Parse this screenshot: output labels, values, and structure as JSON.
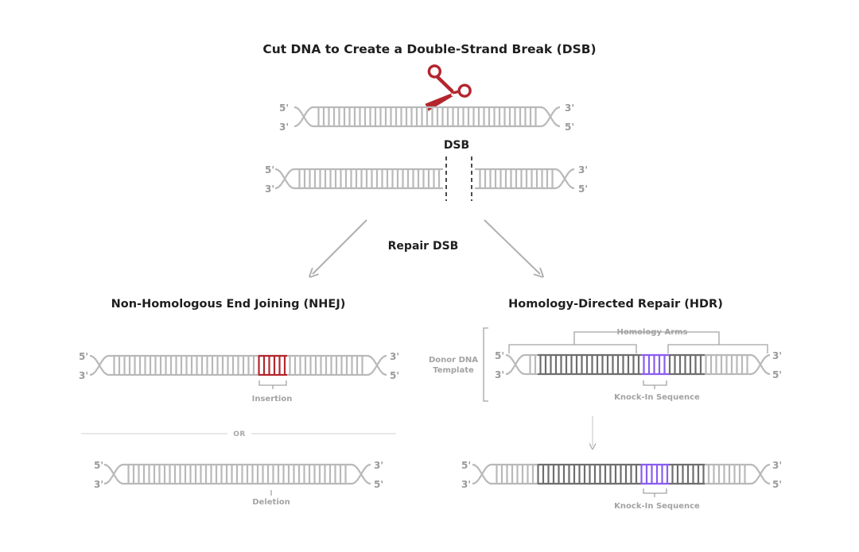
{
  "title": "Cut DNA to Create a Double-Strand Break (DSB)",
  "dsb_label": "DSB",
  "repair_label": "Repair DSB",
  "nhej": {
    "title": "Non-Homologous End Joining (NHEJ)",
    "insertion_label": "Insertion",
    "or_label": "OR",
    "deletion_label": "Deletion"
  },
  "hdr": {
    "title": "Homology-Directed Repair (HDR)",
    "homology_arms_label": "Homology Arms",
    "donor_label_line1": "Donor DNA",
    "donor_label_line2": "Template",
    "knockin_label": "Knock-In Sequence",
    "knockin_label_result": "Knock-In Sequence"
  },
  "ends": {
    "five_prime": "5'",
    "three_prime": "3'"
  },
  "icons": {
    "scissors": "scissors-icon"
  },
  "colors": {
    "strand": "#b9b9b9",
    "donor": "#6e6e6e",
    "cut": "#b3262e",
    "insertion": "#b3262e",
    "knockin": "#8a5cf0",
    "text": "#1f1f1f",
    "muted": "#9a9a9a"
  }
}
